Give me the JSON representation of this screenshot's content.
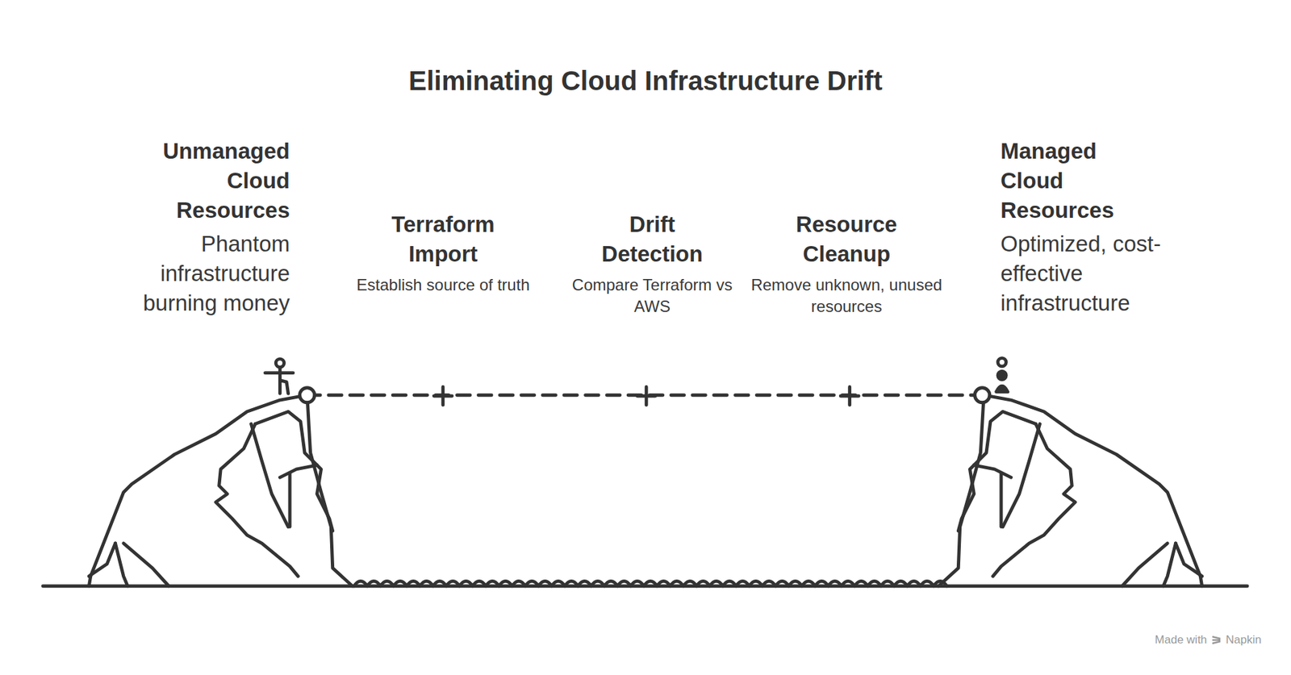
{
  "diagram": {
    "title": "Eliminating Cloud Infrastructure Drift",
    "nodes": [
      {
        "text": [
          "Unmanaged Cloud Resources",
          "Phantom infrastructure burning money"
        ]
      },
      {
        "text": [
          "Terraform Import",
          "Establish source of truth"
        ]
      },
      {
        "text": [
          "Drift Detection",
          "Compare Terraform vs AWS"
        ]
      },
      {
        "text": [
          "Resource Cleanup",
          "Remove unknown, unused resources"
        ]
      },
      {
        "text": [
          "Managed Cloud Resources",
          "Optimized, cost-effective infrastructure"
        ]
      }
    ],
    "labels": [
      "Made with",
      "Napkin"
    ]
  }
}
